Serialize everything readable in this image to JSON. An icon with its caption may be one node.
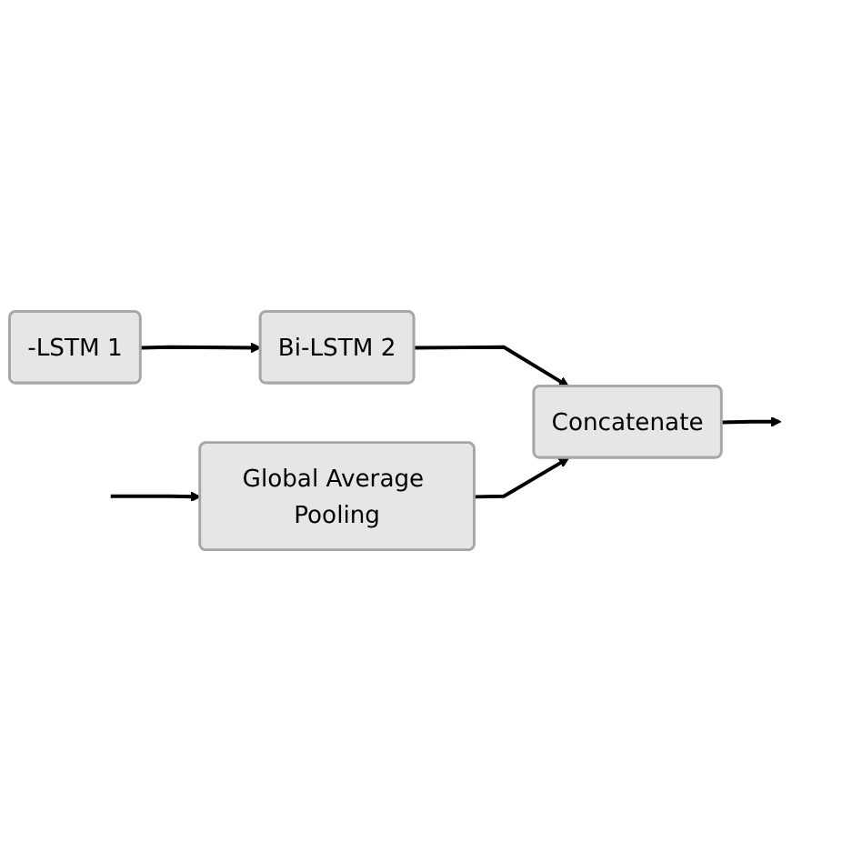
{
  "diagram": {
    "nodes": [
      {
        "text": [
          "-LSTM 1"
        ]
      },
      {
        "text": [
          "Bi-LSTM 2"
        ]
      },
      {
        "text": [
          "Global Average Pooling"
        ]
      },
      {
        "text": [
          "Concatenate"
        ]
      }
    ],
    "edges": [
      {
        "from": 0,
        "to": 1,
        "arrow": "to"
      },
      {
        "from": 1,
        "to": 3,
        "arrow": "to"
      },
      {
        "from": null,
        "to": 2,
        "arrow": "to"
      },
      {
        "from": 2,
        "to": 3,
        "arrow": "to"
      },
      {
        "from": 3,
        "to": null,
        "arrow": "to"
      }
    ]
  }
}
